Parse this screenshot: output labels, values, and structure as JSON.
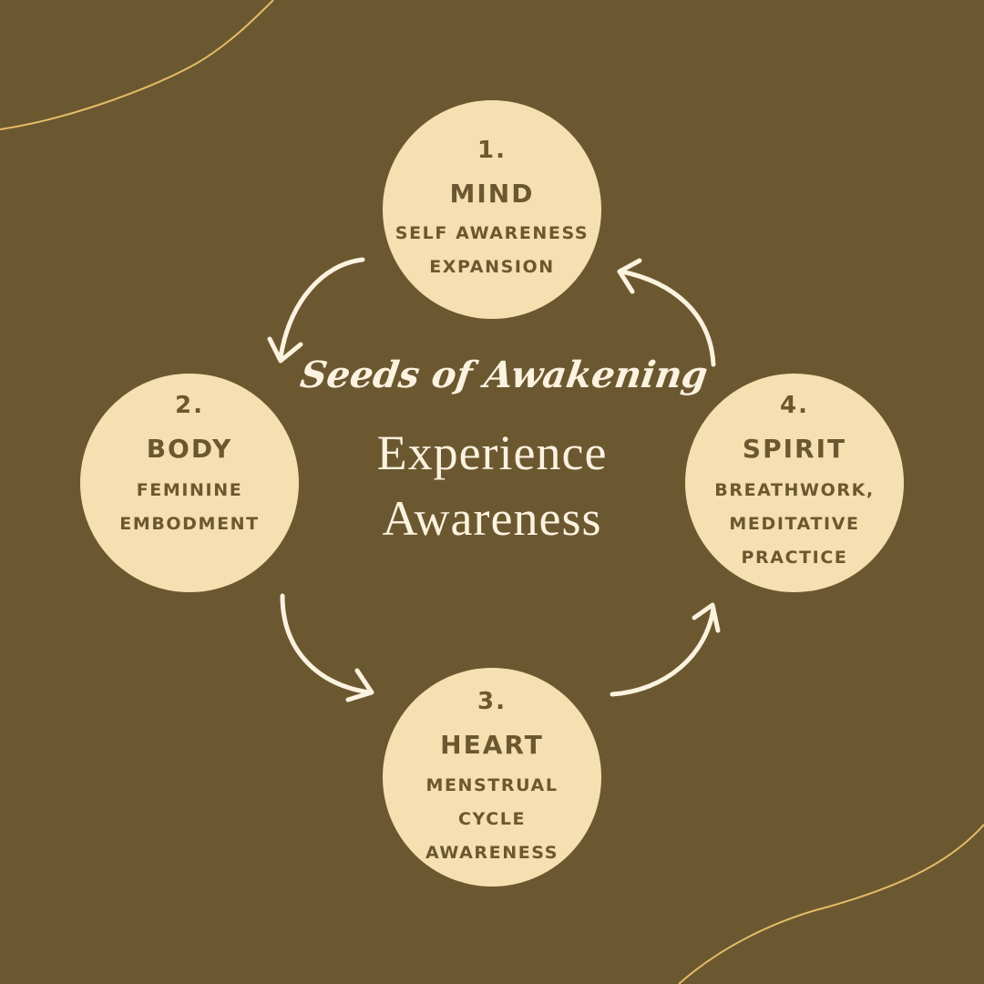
{
  "header": {
    "script_title": "Seeds of Awakening",
    "title_line1": "Experience",
    "title_line2": "Awareness"
  },
  "stages": [
    {
      "number": "1.",
      "title": "MIND",
      "lines": [
        "SELF AWARENESS",
        "EXPANSION"
      ]
    },
    {
      "number": "2.",
      "title": "BODY",
      "lines": [
        "FEMININE",
        "EMBODMENT"
      ]
    },
    {
      "number": "3.",
      "title": "HEART",
      "lines": [
        "MENSTRUAL",
        "CYCLE",
        "AWARENESS"
      ]
    },
    {
      "number": "4.",
      "title": "SPIRIT",
      "lines": [
        "BREATHWORK,",
        "MEDITATIVE",
        "PRACTICE"
      ]
    }
  ],
  "colors": {
    "background": "#6c5830",
    "circle_fill": "#f6dfb0",
    "circle_text": "#6c5830",
    "title_text": "#fbf2df",
    "decor_line": "#e3bd67"
  }
}
